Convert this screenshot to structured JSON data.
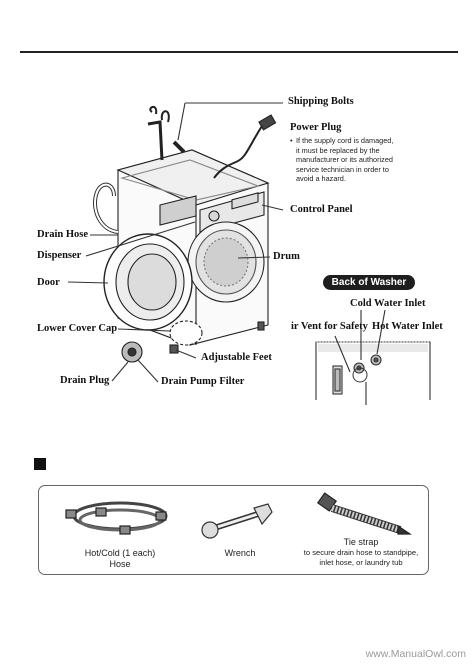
{
  "labels": {
    "shipping_bolts": "Shipping Bolts",
    "power_plug": "Power Plug",
    "control_panel": "Control Panel",
    "drain_hose": "Drain Hose",
    "dispenser": "Dispenser",
    "drum": "Drum",
    "door": "Door",
    "lower_cover_cap": "Lower Cover Cap",
    "adjustable_feet": "Adjustable Feet",
    "drain_plug": "Drain Plug",
    "drain_pump_filter": "Drain Pump Filter"
  },
  "power_plug_note": {
    "bullet": "•",
    "lines": [
      "If the supply cord is damaged,",
      "it must be replaced by the",
      "manufacturer or its authorized",
      "service technician in order to",
      "avoid a hazard."
    ]
  },
  "back_of_washer": {
    "title": "Back of Washer",
    "cold_inlet": "Cold Water Inlet",
    "air_vent": "ir Vent for Safety",
    "hot_inlet": "Hot Water Inlet"
  },
  "accessories": {
    "hoses_line1": "Hot/Cold (1 each)",
    "hoses_line2": "Hose",
    "wrench": "Wrench",
    "tie_strap_title": "Tie strap",
    "tie_strap_line1": "to secure drain hose to standpipe,",
    "tie_strap_line2": "inlet hose, or laundry tub"
  },
  "watermark": "www.ManualOwl.com"
}
